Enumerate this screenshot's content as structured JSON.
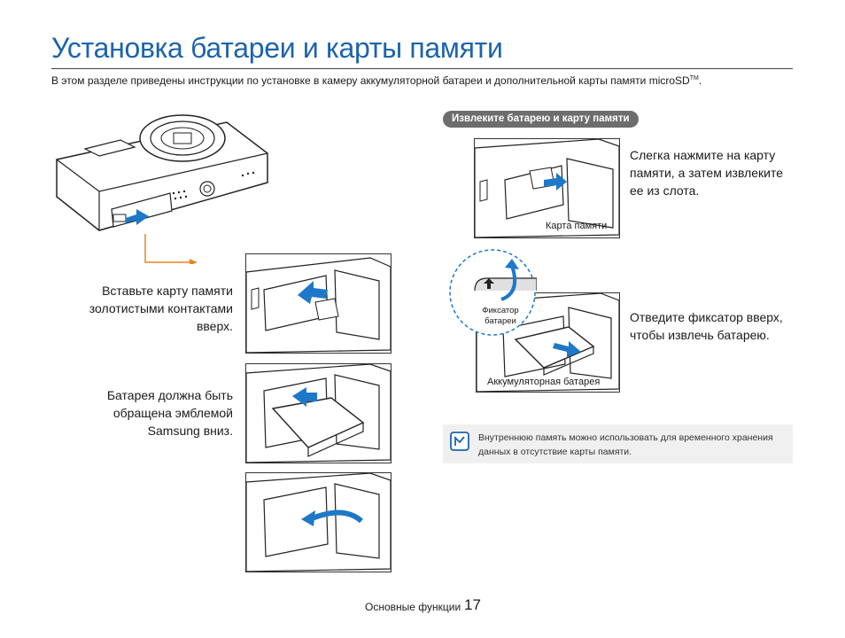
{
  "page_title": "Установка батареи и карты памяти",
  "intro": {
    "text": "В этом разделе приведены инструкции по установке в камеру аккумуляторной батареи и дополнительной карты памяти microSD",
    "tm": "TM",
    "end": "."
  },
  "steps": [
    {
      "text": "Вставьте карту памяти золотистыми контактами вверх."
    },
    {
      "text": "Батарея должна быть обращена эмблемой Samsung вниз."
    }
  ],
  "removal": {
    "heading": "Извлеките батарею и карту памяти",
    "card_instruction": "Слегка нажмите на карту памяти, а затем извлеките ее из слота.",
    "card_caption": "Карта памяти",
    "battery_instruction": "Отведите фиксатор вверх, чтобы извлечь батарею.",
    "latch_label": "Фиксатор батареи",
    "battery_caption": "Аккумуляторная батарея"
  },
  "note": {
    "icon": "note-pen-icon",
    "text": "Внутреннюю память можно использовать для временного хранения данных в отсутствие карты памяти."
  },
  "footer": {
    "section": "Основные функции",
    "page": "17"
  },
  "colors": {
    "title": "#1c64ac",
    "arrow": "#1e78c8",
    "guide": "#e8861a",
    "pill": "#6d6d6d"
  }
}
